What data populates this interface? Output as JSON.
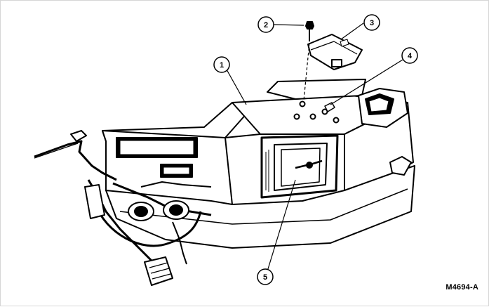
{
  "figure": {
    "id_label": "M4694-A",
    "callouts": [
      {
        "number": "1"
      },
      {
        "number": "2"
      },
      {
        "number": "3"
      },
      {
        "number": "4"
      },
      {
        "number": "5"
      }
    ]
  }
}
